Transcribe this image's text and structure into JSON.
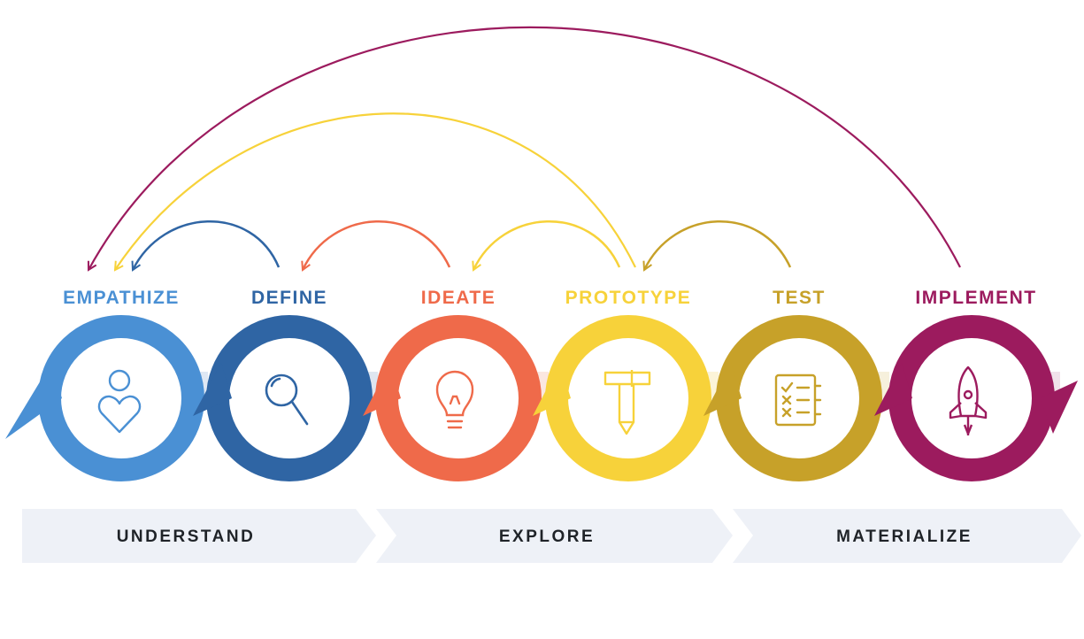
{
  "stages": [
    {
      "label": "EMPATHIZE",
      "color": "#4a90d4",
      "icon": "person-heart-icon"
    },
    {
      "label": "DEFINE",
      "color": "#2f65a4",
      "icon": "magnifying-glass-icon"
    },
    {
      "label": "IDEATE",
      "color": "#ef6a4a",
      "icon": "lightbulb-icon"
    },
    {
      "label": "PROTOTYPE",
      "color": "#f7d23a",
      "icon": "hammer-pencil-icon"
    },
    {
      "label": "TEST",
      "color": "#c7a129",
      "icon": "checklist-icon"
    },
    {
      "label": "IMPLEMENT",
      "color": "#9c1b5e",
      "icon": "rocket-icon"
    }
  ],
  "phases": [
    {
      "label": "UNDERSTAND"
    },
    {
      "label": "EXPLORE"
    },
    {
      "label": "MATERIALIZE"
    }
  ],
  "colors": {
    "phase_band": "#eef1f7",
    "phase_text": "#1f2328",
    "loop_define_to_empathize": "#2f65a4",
    "loop_ideate_to_define": "#ef6a4a",
    "loop_prototype_to_ideate": "#f7d23a",
    "loop_test_to_prototype": "#c7a129",
    "loop_prototype_to_empathize": "#f7d23a",
    "loop_implement_to_empathize": "#9c1b5e"
  }
}
